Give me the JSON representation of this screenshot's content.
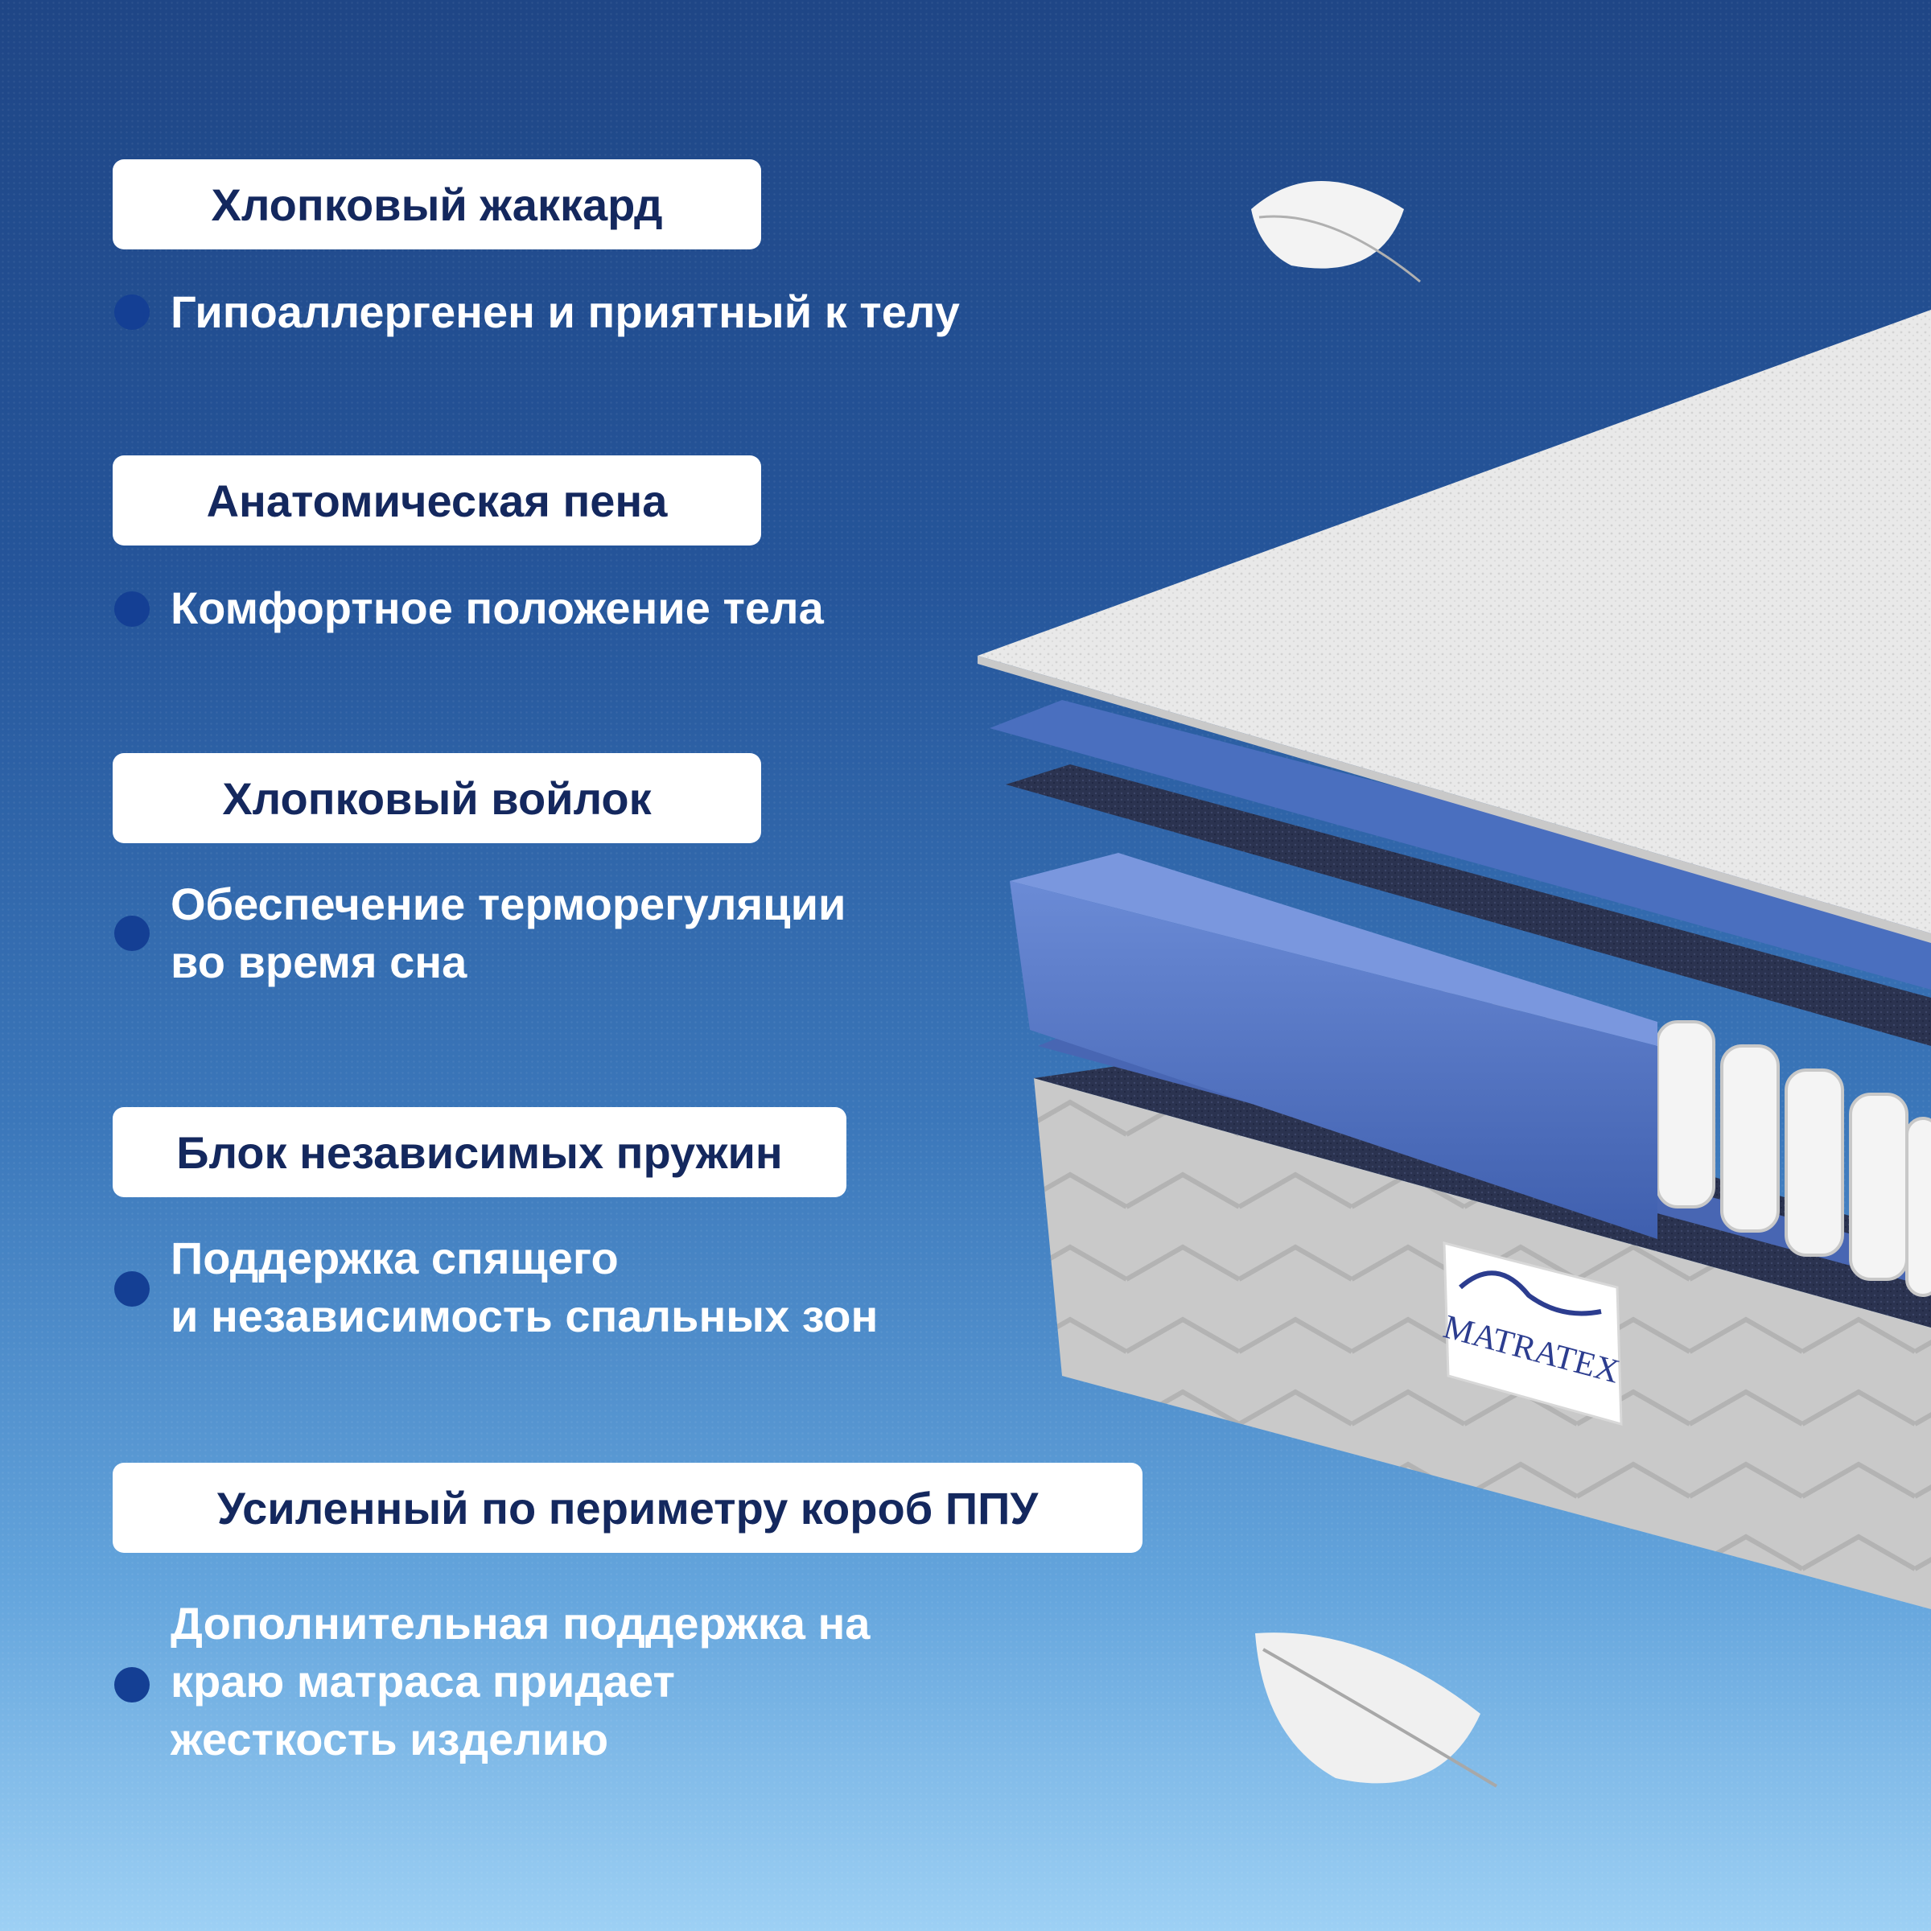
{
  "features": [
    {
      "title": "Хлопковый жаккард",
      "description": [
        "Гипоаллергенен и приятный к телу"
      ]
    },
    {
      "title": "Анатомическая пена",
      "description": [
        "Комфортное положение тела"
      ]
    },
    {
      "title": "Хлопковый войлок",
      "description": [
        "Обеспечение терморегуляции",
        "во время сна"
      ]
    },
    {
      "title": "Блок независимых пружин",
      "description": [
        "Поддержка спящего",
        "и независимость спальных зон"
      ]
    },
    {
      "title": "Усиленный по периметру короб ППУ",
      "description": [
        "Дополнительная поддержка на",
        "краю матраса придает",
        "жесткость изделию"
      ]
    }
  ],
  "brand": {
    "logo_text": "MATRATEX"
  },
  "colors": {
    "bullet": "#143f94",
    "label_text": "#14285e",
    "foam_blue": "#4a6fbf"
  },
  "icons": [
    "feather-icon",
    "bullet-dot-icon"
  ]
}
